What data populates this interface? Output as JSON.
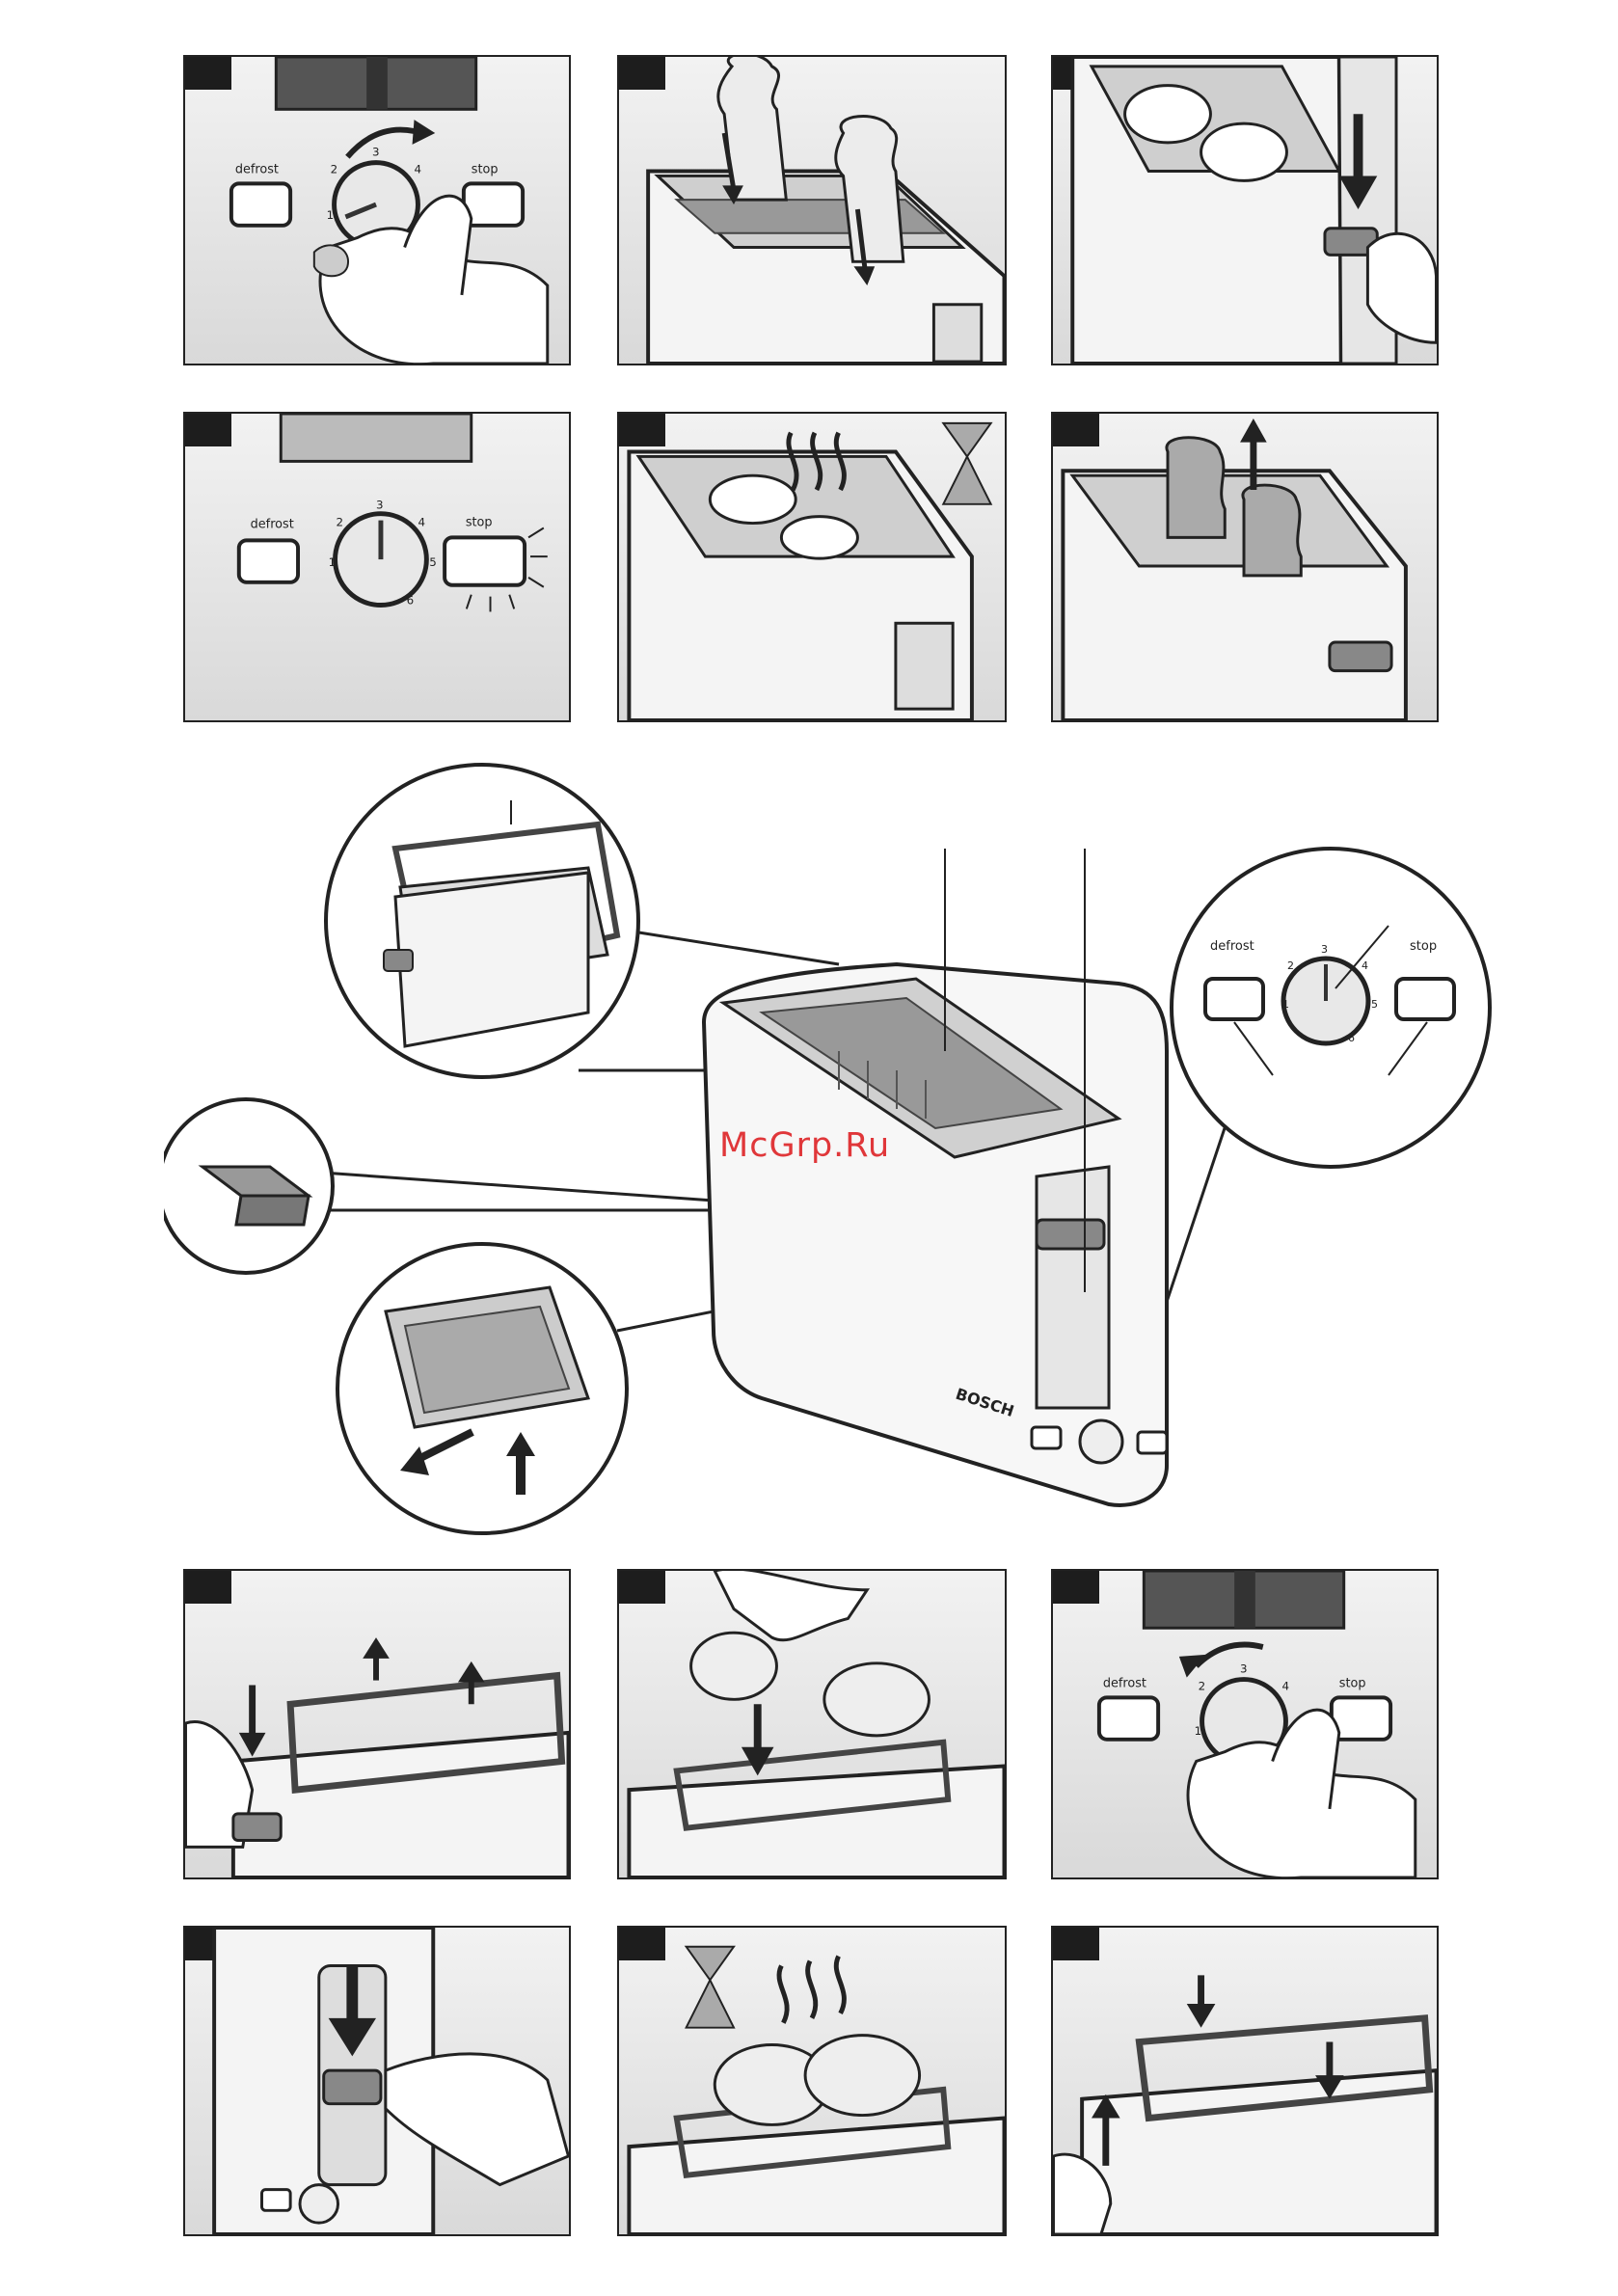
{
  "watermark": "McGrp.Ru",
  "brand": "BOSCH",
  "controls": {
    "defrost": "defrost",
    "stop": "stop",
    "dial_numbers": [
      "1",
      "2",
      "3",
      "4",
      "5",
      "6"
    ]
  },
  "panels": [
    {
      "id": "p1",
      "scene": "turn-dial-clockwise"
    },
    {
      "id": "p2",
      "scene": "insert-bread-slices"
    },
    {
      "id": "p3",
      "scene": "press-lever-down"
    },
    {
      "id": "p4",
      "scene": "stop-button-glowing"
    },
    {
      "id": "p5",
      "scene": "toasting-hourglass"
    },
    {
      "id": "p6",
      "scene": "toast-pops-up"
    },
    {
      "id": "p7",
      "scene": "raise-bun-rack"
    },
    {
      "id": "p8",
      "scene": "place-rolls-on-rack"
    },
    {
      "id": "p9",
      "scene": "turn-dial-counterclockwise"
    },
    {
      "id": "p10",
      "scene": "press-lever-down"
    },
    {
      "id": "p11",
      "scene": "warming-rolls-hourglass"
    },
    {
      "id": "p12",
      "scene": "fold-rack-down"
    }
  ],
  "icons": [
    "hourglass-icon",
    "arrow-icon",
    "steam-icon",
    "hand-icon"
  ]
}
